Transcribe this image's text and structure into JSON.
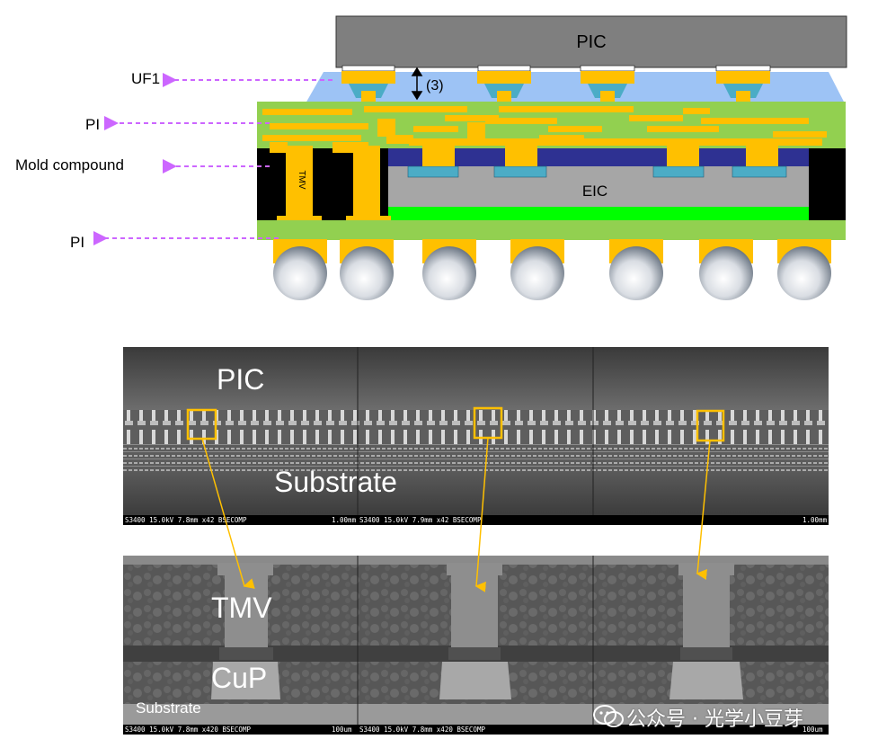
{
  "schematic": {
    "labels": {
      "pic": "PIC",
      "eic": "EIC",
      "tmv": "TMV",
      "gap": "(3)",
      "uf1": "UF1",
      "pi_top": "PI",
      "mold": "Mold compound",
      "pi_bottom": "PI"
    }
  },
  "sem": {
    "top_panel": {
      "pic_label": "PIC",
      "substrate_label": "Substrate",
      "scale_left": "S3400 15.0kV 7.8mm x42 BSECOMP",
      "scale_left_len": "1.00mm",
      "scale_mid": "S3400 15.0kV 7.9mm x42 BSECOMP",
      "scale_right_len": "1.00mm"
    },
    "bottom_panel": {
      "tmv_label": "TMV",
      "cup_label": "CuP",
      "substrate_label": "Substrate",
      "scale_left": "S3400 15.0kV 7.8mm x420 BSECOMP",
      "scale_left_len": "100um",
      "scale_mid": "S3400 15.0kV 7.8mm x420 BSECOMP",
      "scale_right_len": "100um"
    }
  },
  "watermark": {
    "text": "公众号 · 光学小豆芽"
  },
  "colors": {
    "pic": "#7f7f7f",
    "underfill": "#9dc3f5",
    "pi": "#92d050",
    "copper": "#ffc000",
    "mold": "#000000",
    "eic": "#a6a6a6",
    "eic_top": "#2e3192",
    "die_attach": "#00ff00",
    "pad": "#4bacc6",
    "arrow": "#cc66ff",
    "highlight": "#ffc000"
  }
}
